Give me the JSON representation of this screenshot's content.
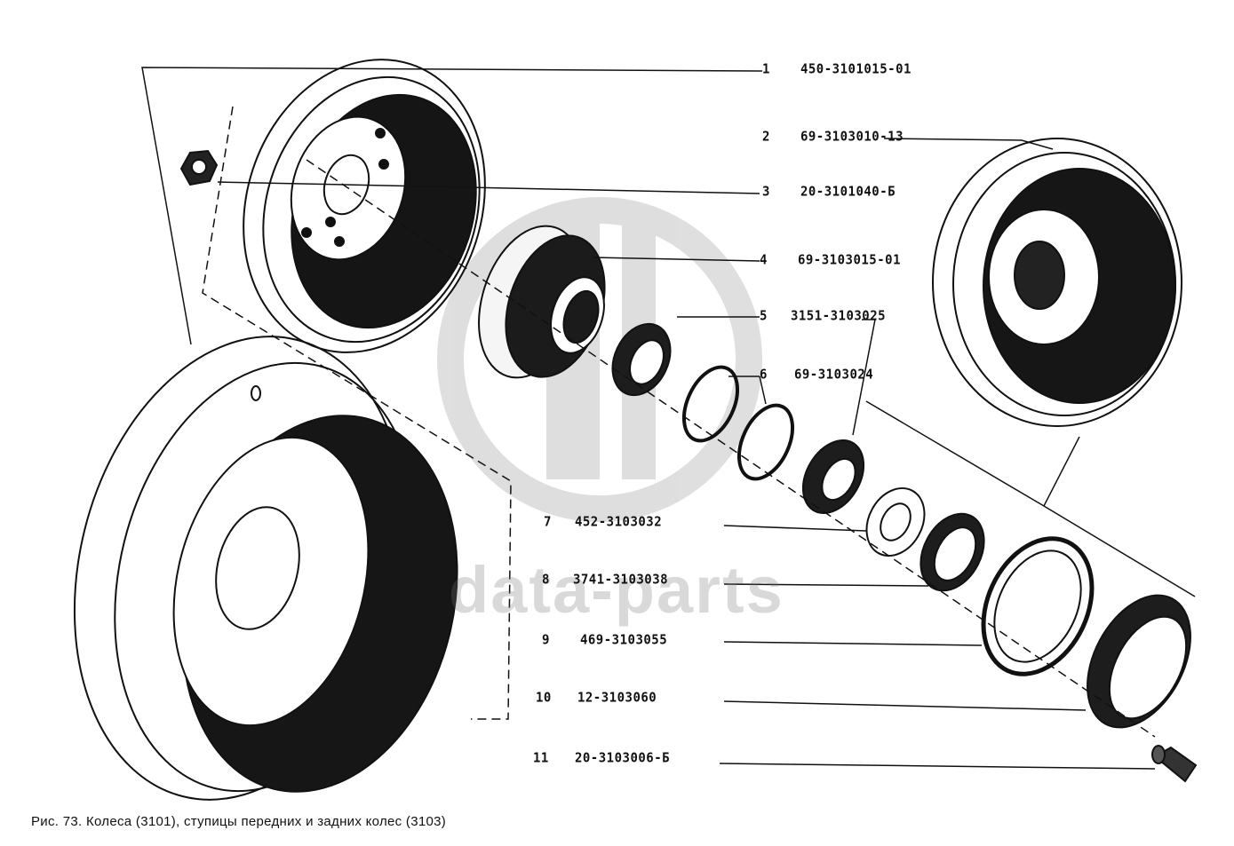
{
  "figure": {
    "caption": "Рис. 73. Колеса (3101), ступицы передних и задних колес (3103)"
  },
  "watermark": {
    "text": "data-parts",
    "color": "#8c8c8c"
  },
  "callouts": [
    {
      "num": "1",
      "part": "450-3101015-01"
    },
    {
      "num": "2",
      "part": "69-3103010-13"
    },
    {
      "num": "3",
      "part": "20-3101040-Б"
    },
    {
      "num": "4",
      "part": "69-3103015-01"
    },
    {
      "num": "5",
      "part": "3151-3103025"
    },
    {
      "num": "6",
      "part": "69-3103024"
    },
    {
      "num": "7",
      "part": "452-3103032"
    },
    {
      "num": "8",
      "part": "3741-3103038"
    },
    {
      "num": "9",
      "part": "469-3103055"
    },
    {
      "num": "10",
      "part": "12-3103060"
    },
    {
      "num": "11",
      "part": "20-3103006-Б"
    }
  ]
}
